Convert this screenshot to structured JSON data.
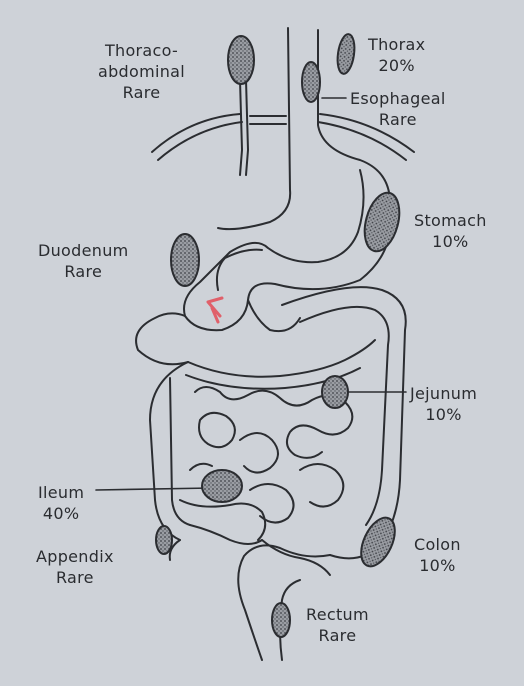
{
  "labels": {
    "thoracoabdominal": {
      "line1": "Thoraco-",
      "line2": "abdominal",
      "line3": "Rare"
    },
    "thorax": {
      "line1": "Thorax",
      "line2": "20%"
    },
    "esophageal": {
      "line1": "Esophageal",
      "line2": "Rare"
    },
    "stomach": {
      "line1": "Stomach",
      "line2": "10%"
    },
    "duodenum": {
      "line1": "Duodenum",
      "line2": "Rare"
    },
    "jejunum": {
      "line1": "Jejunum",
      "line2": "10%"
    },
    "ileum": {
      "line1": "Ileum",
      "line2": "40%"
    },
    "appendix": {
      "line1": "Appendix",
      "line2": "Rare"
    },
    "colon": {
      "line1": "Colon",
      "line2": "10%"
    },
    "rectum": {
      "line1": "Rectum",
      "line2": "Rare"
    }
  },
  "colors": {
    "background": "#ced2d8",
    "line": "#2b2d31",
    "cyst_fill": "#8c8f95",
    "cursor": "#e0606a"
  }
}
